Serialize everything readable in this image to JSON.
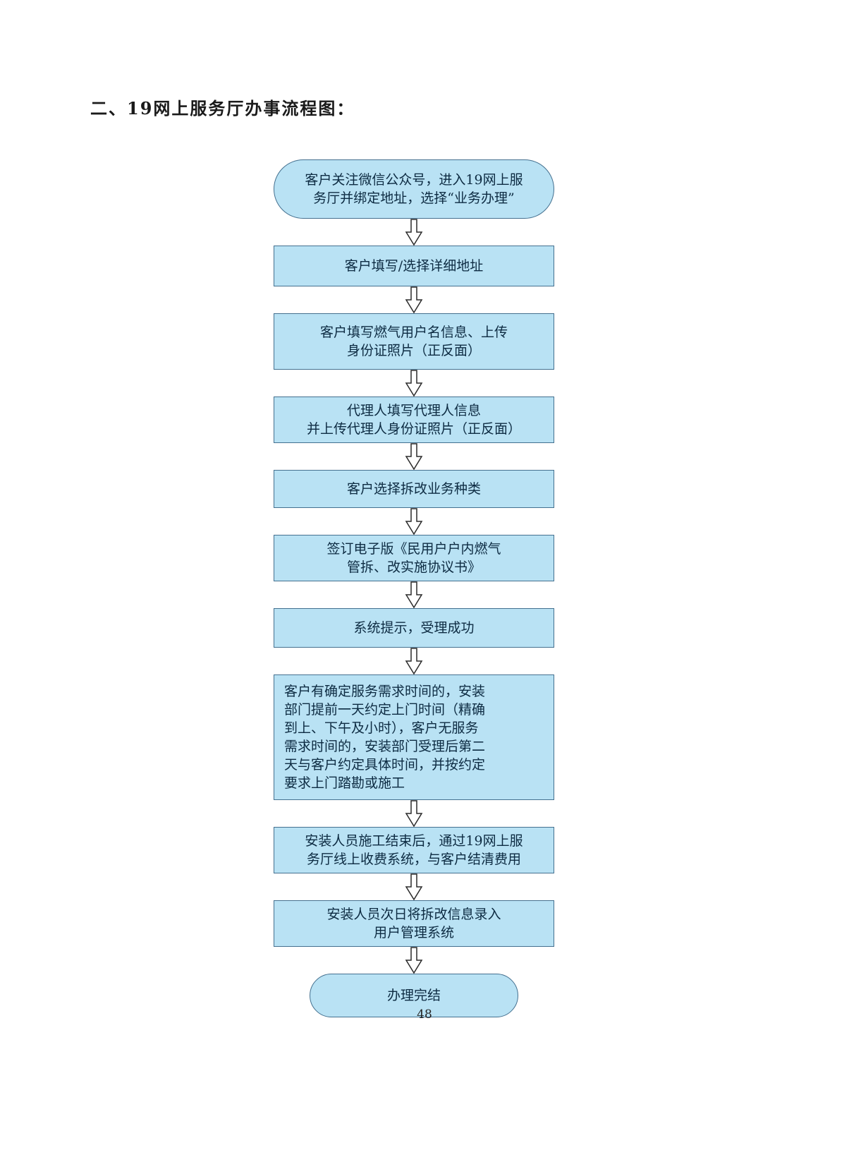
{
  "page": {
    "title": "二、19网上服务厅办事流程图：",
    "page_number": "48"
  },
  "colors": {
    "node_fill": "#b9e2f4",
    "node_border": "#44708f",
    "text": "#0d2b42",
    "background": "#ffffff"
  },
  "flow": {
    "connector": "down-arrow",
    "nodes": [
      {
        "shape": "stadium",
        "text": "客户关注微信公众号，进入19网上服\n务厅并绑定地址，选择“业务办理”"
      },
      {
        "shape": "rect",
        "text": "客户填写/选择详细地址"
      },
      {
        "shape": "rect",
        "text": "客户填写燃气用户名信息、上传\n身份证照片（正反面）"
      },
      {
        "shape": "rect",
        "text": "代理人填写代理人信息\n并上传代理人身份证照片（正反面）"
      },
      {
        "shape": "rect",
        "text": "客户选择拆改业务种类"
      },
      {
        "shape": "rect",
        "text": "签订电子版《民用户户内燃气\n管拆、改实施协议书》"
      },
      {
        "shape": "rect",
        "text": "系统提示，受理成功"
      },
      {
        "shape": "rect",
        "text": "客户有确定服务需求时间的，安装\n部门提前一天约定上门时间（精确\n到上、下午及小时），客户无服务\n需求时间的，安装部门受理后第二\n天与客户约定具体时间，并按约定\n要求上门踏勘或施工"
      },
      {
        "shape": "rect",
        "text": "安装人员施工结束后，通过19网上服\n务厅线上收费系统，与客户结清费用"
      },
      {
        "shape": "rect",
        "text": "安装人员次日将拆改信息录入\n用户管理系统"
      },
      {
        "shape": "stadium",
        "text": "办理完结"
      }
    ]
  }
}
